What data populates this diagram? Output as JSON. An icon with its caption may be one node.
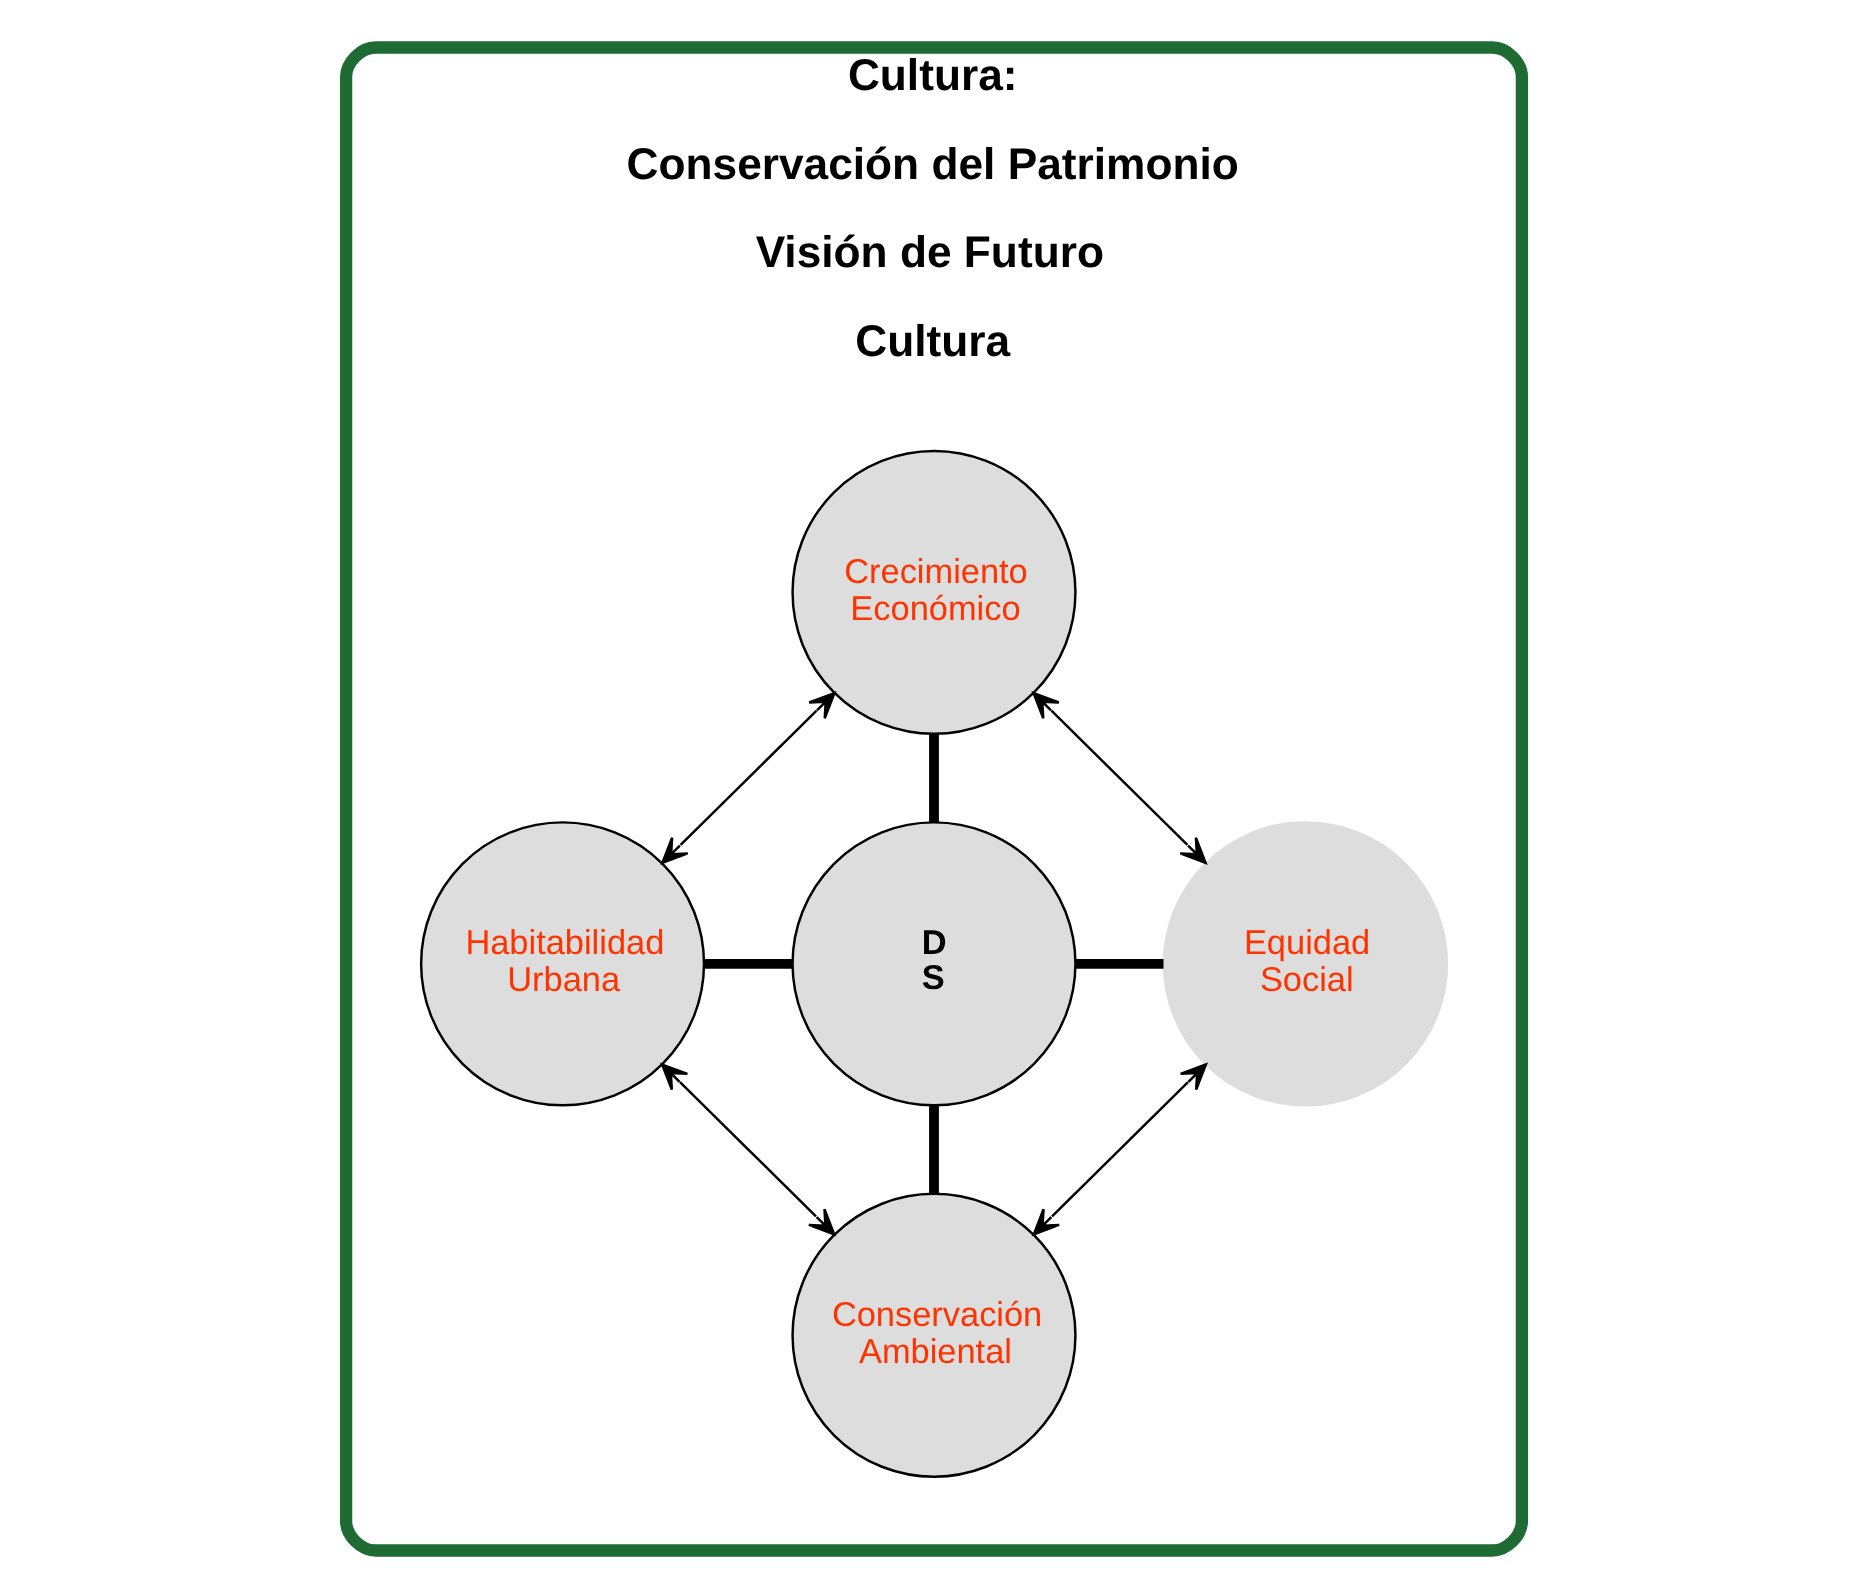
{
  "diagram": {
    "nodes": [
      {
        "text": [
          "Cultura:",
          "Conservación del Patrimonio",
          "Visión de Futuro",
          "Cultura"
        ]
      },
      {
        "text": [
          "Crecimiento Económico"
        ],
        "in": 0
      },
      {
        "text": [
          "Habitabilidad Urbana"
        ],
        "in": 0
      },
      {
        "text": [
          "D S"
        ],
        "in": 0
      },
      {
        "text": [
          "Equidad Social"
        ],
        "in": 0
      },
      {
        "text": [
          "Conservación Ambiental"
        ],
        "in": 0
      }
    ],
    "edges": [
      {
        "from": 1,
        "to": 3,
        "arrow": "none",
        "style": "thick"
      },
      {
        "from": 2,
        "to": 3,
        "arrow": "none",
        "style": "thick"
      },
      {
        "from": 3,
        "to": 4,
        "arrow": "none",
        "style": "thick"
      },
      {
        "from": 3,
        "to": 5,
        "arrow": "none",
        "style": "thick"
      },
      {
        "from": 1,
        "to": 2,
        "arrow": "both"
      },
      {
        "from": 1,
        "to": 4,
        "arrow": "both"
      },
      {
        "from": 2,
        "to": 5,
        "arrow": "both"
      },
      {
        "from": 4,
        "to": 5,
        "arrow": "both"
      }
    ]
  }
}
